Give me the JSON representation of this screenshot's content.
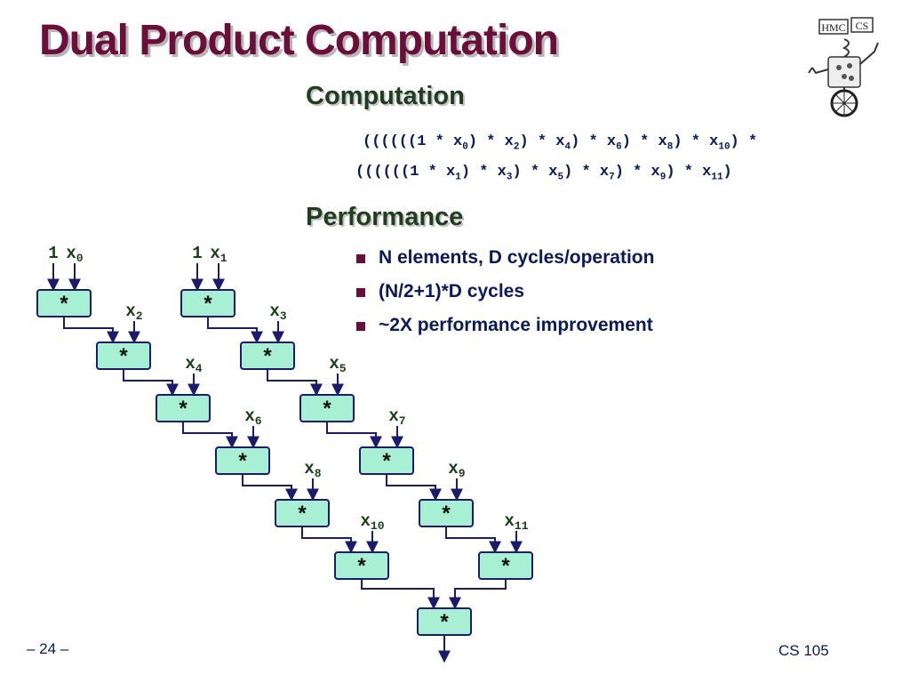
{
  "slide": {
    "title": "Dual Product Computation",
    "page_number": "– 24 –",
    "course": "CS 105"
  },
  "computation": {
    "heading": "Computation",
    "line1": [
      {
        "t": "((((((1 * x"
      },
      {
        "s": "0"
      },
      {
        "t": ") * x"
      },
      {
        "s": "2"
      },
      {
        "t": ") * x"
      },
      {
        "s": "4"
      },
      {
        "t": ") * x"
      },
      {
        "s": "6"
      },
      {
        "t": ") * x"
      },
      {
        "s": "8"
      },
      {
        "t": ") * x"
      },
      {
        "s": "10"
      },
      {
        "t": ") *"
      }
    ],
    "line2": [
      {
        "t": "((((((1 * x"
      },
      {
        "s": "1"
      },
      {
        "t": ") * x"
      },
      {
        "s": "3"
      },
      {
        "t": ") * x"
      },
      {
        "s": "5"
      },
      {
        "t": ") * x"
      },
      {
        "s": "7"
      },
      {
        "t": ") * x"
      },
      {
        "s": "9"
      },
      {
        "t": ") * x"
      },
      {
        "s": "11"
      },
      {
        "t": ")"
      }
    ]
  },
  "performance": {
    "heading": "Performance",
    "bullets": [
      "N elements, D cycles/operation",
      "(N/2+1)*D cycles",
      "~2X performance improvement"
    ]
  },
  "diagram": {
    "operator": "*",
    "input_prefix": "x",
    "seed_label": "1",
    "seed_inputs": [
      "0",
      "1"
    ],
    "chain_a_inputs": [
      "2",
      "4",
      "6",
      "8",
      "10"
    ],
    "chain_b_inputs": [
      "3",
      "5",
      "7",
      "9",
      "11"
    ],
    "colors": {
      "box_fill": "#a8f0d4",
      "box_stroke": "#1a1a6e",
      "wire": "#1a1a6e",
      "label": "#1a3d1a"
    }
  },
  "logo": {
    "text_left": "HMC",
    "text_right": "CS"
  }
}
